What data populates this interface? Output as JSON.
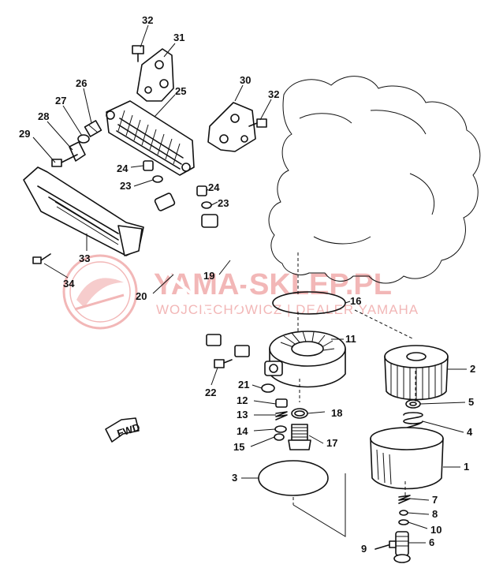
{
  "diagram": {
    "callouts": [
      {
        "id": "c32a",
        "text": "32"
      },
      {
        "id": "c31",
        "text": "31"
      },
      {
        "id": "c26",
        "text": "26"
      },
      {
        "id": "c25",
        "text": "25"
      },
      {
        "id": "c30",
        "text": "30"
      },
      {
        "id": "c32b",
        "text": "32"
      },
      {
        "id": "c27",
        "text": "27"
      },
      {
        "id": "c28",
        "text": "28"
      },
      {
        "id": "c29",
        "text": "29"
      },
      {
        "id": "c24a",
        "text": "24"
      },
      {
        "id": "c23a",
        "text": "23"
      },
      {
        "id": "c24b",
        "text": "24"
      },
      {
        "id": "c23b",
        "text": "23"
      },
      {
        "id": "c33",
        "text": "33"
      },
      {
        "id": "c34",
        "text": "34"
      },
      {
        "id": "c19",
        "text": "19"
      },
      {
        "id": "c20",
        "text": "20"
      },
      {
        "id": "c16",
        "text": "16"
      },
      {
        "id": "c11",
        "text": "11"
      },
      {
        "id": "c2",
        "text": "2"
      },
      {
        "id": "c22",
        "text": "22"
      },
      {
        "id": "c21",
        "text": "21"
      },
      {
        "id": "c12",
        "text": "12"
      },
      {
        "id": "c18",
        "text": "18"
      },
      {
        "id": "c5",
        "text": "5"
      },
      {
        "id": "c13",
        "text": "13"
      },
      {
        "id": "c4",
        "text": "4"
      },
      {
        "id": "c14",
        "text": "14"
      },
      {
        "id": "c17",
        "text": "17"
      },
      {
        "id": "c15",
        "text": "15"
      },
      {
        "id": "c1",
        "text": "1"
      },
      {
        "id": "c3",
        "text": "3"
      },
      {
        "id": "c7",
        "text": "7"
      },
      {
        "id": "c8",
        "text": "8"
      },
      {
        "id": "c10",
        "text": "10"
      },
      {
        "id": "c9",
        "text": "9"
      },
      {
        "id": "c6",
        "text": "6"
      }
    ],
    "fwd_label": "FWD",
    "watermark": {
      "title": "YAMA-SKLEP.PL",
      "subtitle": "WOJCIECHOWICZ | DEALER YAMAHA"
    }
  }
}
